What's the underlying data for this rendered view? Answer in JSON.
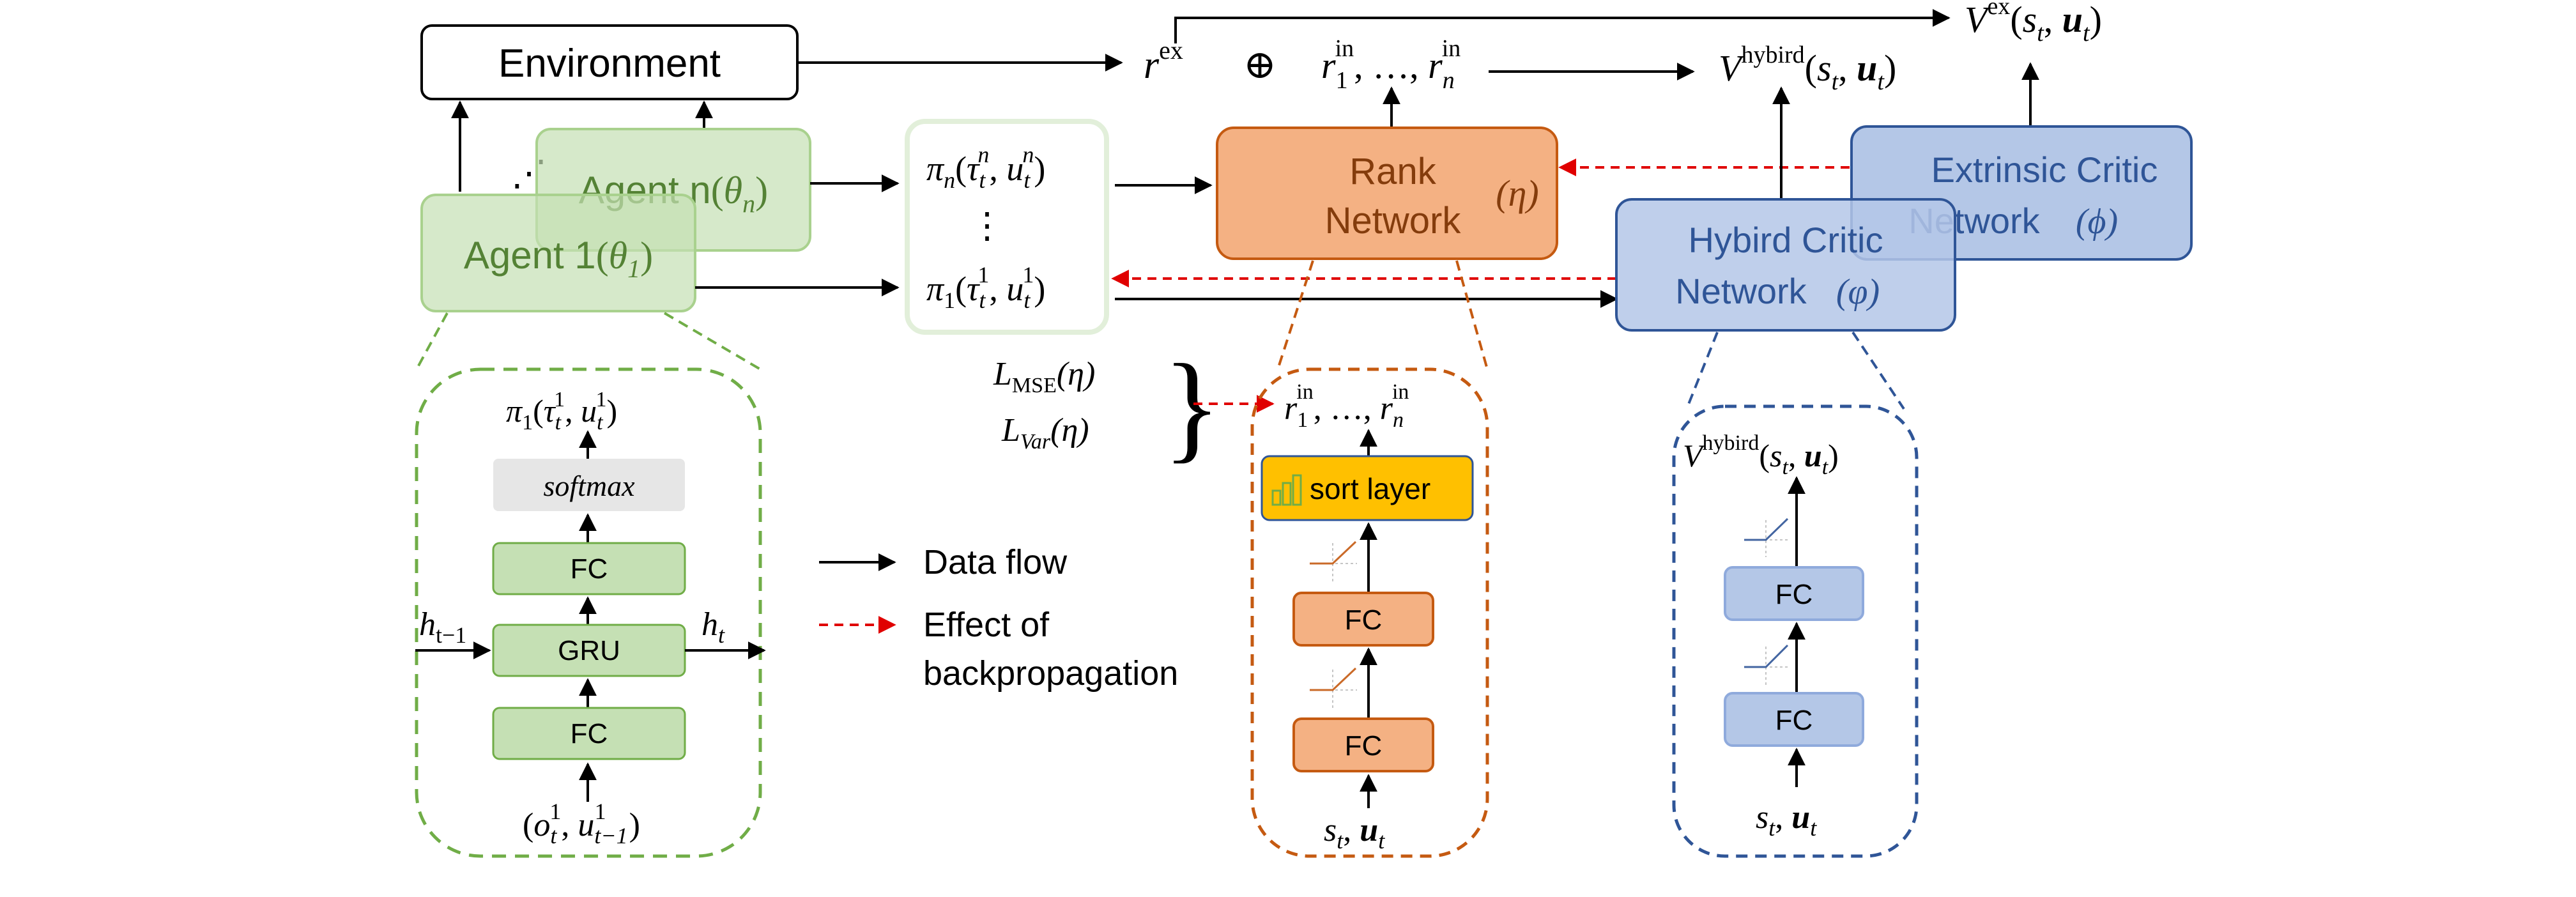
{
  "environment": {
    "label": "Environment"
  },
  "agents": {
    "agent_n": {
      "label": "Agent n",
      "param": "θ",
      "param_sub": "n"
    },
    "agent_1": {
      "label": "Agent 1",
      "param": "θ",
      "param_sub": "1"
    },
    "dots": "⋰"
  },
  "policies": {
    "pi_n": {
      "sym": "π",
      "sub": "n",
      "tau": "τ",
      "tau_sub": "t",
      "tau_sup": "n",
      "u": "u",
      "u_sub": "t",
      "u_sup": "n"
    },
    "pi_1": {
      "sym": "π",
      "sub": "1",
      "tau": "τ",
      "tau_sub": "t",
      "tau_sup": "1",
      "u": "u",
      "u_sub": "t",
      "u_sup": "1"
    },
    "vdots": "⋮"
  },
  "rewards": {
    "extrinsic": {
      "sym": "r",
      "sup": "ex"
    },
    "oplus": "⊕",
    "intrinsic": {
      "r": "r",
      "sub_first": "1",
      "sub_last": "n",
      "sup": "in",
      "ellipsis": "…"
    }
  },
  "values": {
    "v_ex": {
      "sym": "V",
      "sup": "ex",
      "s": "s",
      "s_sub": "t",
      "u": "u",
      "u_sub": "t"
    },
    "v_hybird": {
      "sym": "V",
      "sup": "hybird",
      "s": "s",
      "s_sub": "t",
      "u": "u",
      "u_sub": "t"
    }
  },
  "rank_network": {
    "line1": "Rank",
    "line2": "Network",
    "param": "(η)",
    "color": "#f4b183",
    "border": "#c55a11",
    "text_color": "#843c0c"
  },
  "hybird_critic": {
    "line1": "Hybird Critic",
    "line2": "Network",
    "param": "(φ)",
    "color": "#b4c7e7",
    "border": "#2f5597",
    "text_color": "#2f5597"
  },
  "extrinsic_critic": {
    "line1": "Extrinsic Critic",
    "line2": "Network",
    "param": "(ϕ)",
    "color": "#b4c7e7",
    "border": "#2f5597",
    "text_color": "#2f5597"
  },
  "losses": {
    "mse": {
      "sym": "L",
      "sub": "MSE",
      "arg": "(η)"
    },
    "var": {
      "sym": "L",
      "sub": "Var",
      "arg": "(η)"
    },
    "brace": "}"
  },
  "agent_detail": {
    "output": {
      "sym": "π",
      "sub": "1",
      "tau": "τ",
      "tau_sub": "t",
      "tau_sup": "1",
      "u": "u",
      "u_sub": "t",
      "u_sup": "1"
    },
    "softmax": "softmax",
    "fc_top": "FC",
    "gru": "GRU",
    "fc_bottom": "FC",
    "h_prev": {
      "sym": "h",
      "sub": "t−1"
    },
    "h_next": {
      "sym": "h",
      "sub": "t"
    },
    "input": {
      "o": "o",
      "o_sub": "t",
      "o_sup": "1",
      "u": "u",
      "u_sub": "t−1",
      "u_sup": "1"
    },
    "green_fill": "#c5e0b4",
    "green_border": "#70ad47"
  },
  "rank_detail": {
    "sort_layer": "sort layer",
    "fc_top": "FC",
    "fc_bottom": "FC",
    "input": {
      "s": "s",
      "s_sub": "t",
      "u": "u",
      "u_sub": "t"
    },
    "sort_fill": "#ffc000"
  },
  "critic_detail": {
    "fc_top": "FC",
    "fc_bottom": "FC",
    "input": {
      "s": "s",
      "s_sub": "t",
      "u": "u",
      "u_sub": "t"
    }
  },
  "legend": {
    "data_flow": "Data flow",
    "backprop_line1": "Effect of",
    "backprop_line2": "backpropagation"
  }
}
